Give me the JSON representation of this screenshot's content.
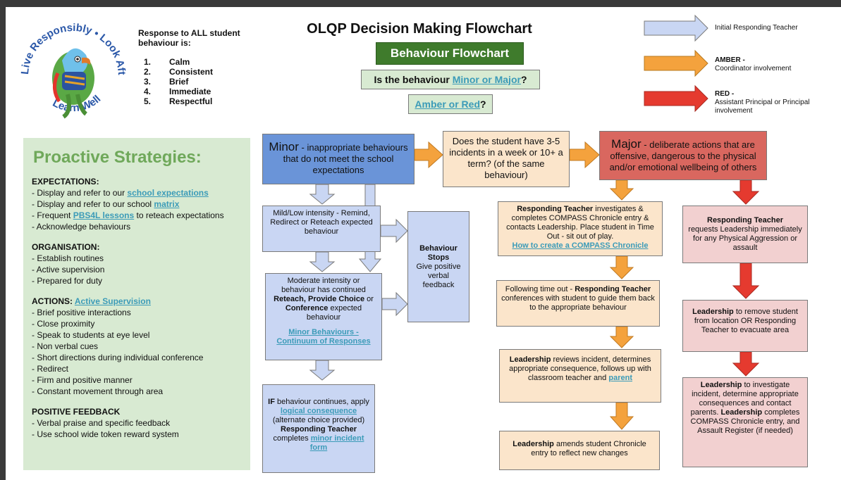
{
  "logo": {
    "ring_text_top": "Live Responsibly • Look After Each Other",
    "ring_text_bottom": "Learn Well"
  },
  "response": {
    "heading": "Response to ALL student behaviour is:",
    "items": [
      {
        "num": "1.",
        "text": "Calm"
      },
      {
        "num": "2.",
        "text": "Consistent"
      },
      {
        "num": "3.",
        "text": "Brief"
      },
      {
        "num": "4.",
        "text": "Immediate"
      },
      {
        "num": "5.",
        "text": "Respectful"
      }
    ]
  },
  "header": {
    "title": "OLQP Decision Making Flowchart",
    "subtitle": "Behaviour Flowchart",
    "question_prefix": "Is the behaviour ",
    "question_link": "Minor or Major",
    "question_suffix": "?",
    "amber_link": "Amber or Red",
    "amber_suffix": "?"
  },
  "legend": [
    {
      "label": "Initial Responding Teacher",
      "sub": "",
      "color": "#c9d6f3"
    },
    {
      "label": "AMBER -",
      "sub": "Coordinator involvement",
      "color": "#f4a23d"
    },
    {
      "label": "RED -",
      "sub": "Assistant Principal or Principal involvement",
      "color": "#e53a2f"
    }
  ],
  "proactive": {
    "title": "Proactive Strategies:",
    "sections": [
      {
        "heading": "EXPECTATIONS:",
        "heading_link": "",
        "items": [
          {
            "pre": "- Display and refer to our ",
            "link": "school expectations",
            "post": ""
          },
          {
            "pre": "- Display and refer to our school ",
            "link": "matrix",
            "post": ""
          },
          {
            "pre": "- Frequent ",
            "link": "PBS4L lessons",
            "post": " to reteach expectations"
          },
          {
            "pre": "- Acknowledge behaviours",
            "link": "",
            "post": ""
          }
        ]
      },
      {
        "heading": "ORGANISATION:",
        "heading_link": "",
        "items": [
          {
            "pre": "- Establish routines",
            "link": "",
            "post": ""
          },
          {
            "pre": "- Active supervision",
            "link": "",
            "post": ""
          },
          {
            "pre": "- Prepared for duty",
            "link": "",
            "post": ""
          }
        ]
      },
      {
        "heading": "ACTIONS: ",
        "heading_link": "Active Supervision",
        "items": [
          {
            "pre": "- Brief positive interactions",
            "link": "",
            "post": ""
          },
          {
            "pre": "- Close proximity",
            "link": "",
            "post": ""
          },
          {
            "pre": "- Speak to students at eye level",
            "link": "",
            "post": ""
          },
          {
            "pre": "- Non verbal cues",
            "link": "",
            "post": ""
          },
          {
            "pre": "- Short directions during individual conference",
            "link": "",
            "post": ""
          },
          {
            "pre": "- Redirect",
            "link": "",
            "post": ""
          },
          {
            "pre": "- Firm and positive manner",
            "link": "",
            "post": ""
          },
          {
            "pre": "- Constant movement through area",
            "link": "",
            "post": ""
          }
        ]
      },
      {
        "heading": "POSITIVE FEEDBACK",
        "heading_link": "",
        "items": [
          {
            "pre": "- Verbal praise and specific feedback",
            "link": "",
            "post": ""
          },
          {
            "pre": "- Use school wide token reward system",
            "link": "",
            "post": ""
          }
        ]
      }
    ]
  },
  "flow": {
    "minor": {
      "big": "Minor",
      "rest": " - inappropriate behaviours that do not meet the school expectations"
    },
    "incidents": "Does the student have 3-5 incidents in a week or 10+ a term? (of the same behaviour)",
    "major": {
      "big": "Major",
      "rest": " - deliberate actions that are offensive, dangerous to the physical and/or emotional wellbeing of others"
    },
    "mild": "Mild/Low intensity - Remind, Redirect or Reteach expected behaviour",
    "moderate": {
      "pre": "Moderate intensity or behaviour has continued ",
      "bold1": "Reteach, Provide Choice",
      "mid": " or ",
      "bold2": "Conference",
      "post": " expected behaviour",
      "link": "Minor Behaviours - Continuum of Responses"
    },
    "stops": {
      "bold": "Behaviour Stops",
      "rest": "Give positive verbal feedback"
    },
    "if_continues": {
      "bold1": "IF",
      "t1": " behaviour continues, apply ",
      "link1": "logical consequence",
      "t2": " (alternate choice provided) ",
      "bold2": "Responding Teacher",
      "t3": " completes ",
      "link2": "minor incident form"
    },
    "amber1": {
      "bold": "Responding Teacher",
      "text": " investigates & completes COMPASS Chronicle entry & contacts Leadership. Place student in Time Out - sit out of play.",
      "link": "How to create a COMPASS Chronicle"
    },
    "amber2": {
      "pre": "Following  time out - ",
      "bold": "Responding Teacher",
      "post": " conferences with student to guide them back to the appropriate behaviour"
    },
    "amber3": {
      "bold": "Leadership",
      "text": " reviews incident, determines appropriate consequence, follows up with classroom teacher and ",
      "link": "parent"
    },
    "amber4": {
      "bold": "Leadership",
      "text": " amends student Chronicle entry to reflect new changes"
    },
    "red1": {
      "bold": "Responding Teacher",
      "text": " requests Leadership immediately for any Physical Aggression or assault"
    },
    "red2": {
      "bold": "Leadership",
      "text": " to remove student from location OR Responding Teacher to evacuate area"
    },
    "red3": {
      "bold1": "Leadership",
      "t1": " to investigate incident, determine appropriate consequences and contact parents. ",
      "bold2": "Leadership",
      "t2": " completes COMPASS Chronicle entry, and Assault Register (if needed)"
    }
  },
  "colors": {
    "amber": "#f4a23d",
    "red": "#e53a2f",
    "blue_arrow": "#c9d6f3",
    "green_header": "#3f7b2c",
    "green_panel": "#d8ead2"
  }
}
